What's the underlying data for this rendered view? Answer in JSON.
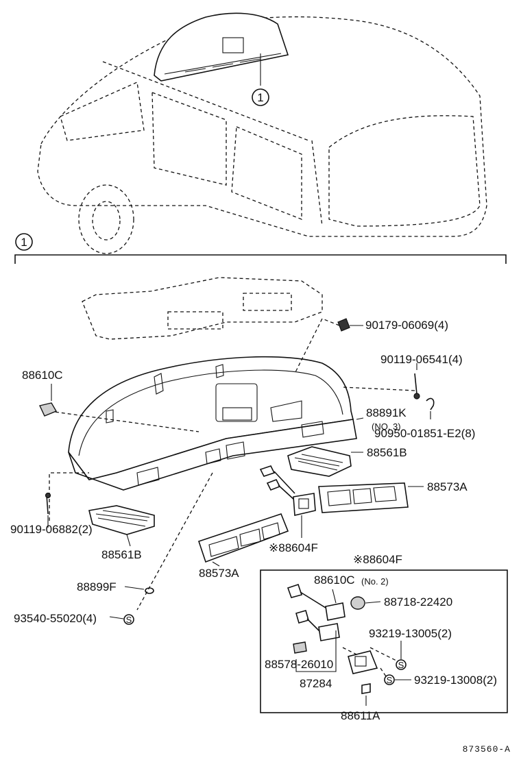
{
  "callout": {
    "number": "1"
  },
  "labels": {
    "p90179": "90179-06069(4)",
    "p90119a": "90119-06541(4)",
    "p88610c_top": "88610C",
    "p88891k": "88891K",
    "p88891k_note": "(NO. 3)",
    "p90950": "90950-01851-E2(8)",
    "p88561b_right": "88561B",
    "p88573a_right": "88573A",
    "p90119b": "90119-06882(2)",
    "p88561b_left": "88561B",
    "p88604f": "※88604F",
    "p88573a_left": "88573A",
    "p88604f_inset": "※88604F",
    "p88899f": "88899F",
    "p93540": "93540-55020(4)",
    "p88610c_inset": "88610C",
    "p88610c_inset_note": "(No. 2)",
    "p88718": "88718-22420",
    "p93219a": "93219-13005(2)",
    "p88578": "88578-26010",
    "p87284": "87284",
    "p93219b": "93219-13008(2)",
    "p88611a": "88611A",
    "screw_symbol": "S"
  },
  "footer": {
    "code": "873560-A"
  }
}
